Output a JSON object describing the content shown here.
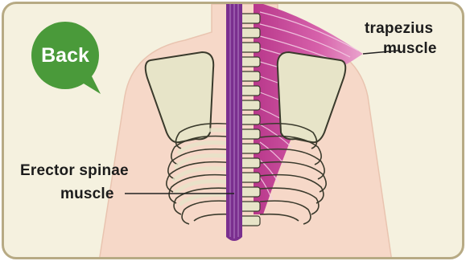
{
  "badge": {
    "label": "Back"
  },
  "labels": {
    "trapezius_line1": "trapezius",
    "trapezius_line2": "muscle",
    "erector_line1": "Erector spinae",
    "erector_line2": "muscle"
  },
  "colors": {
    "frame_background": "#f5f1df",
    "frame_border": "#b7aa84",
    "skin": "#f6d8c8",
    "bone": "#e7e4c8",
    "bone_outline": "#3a3a2c",
    "badge_green": "#4a9a3a",
    "erector_purple": "#7a2f8f",
    "trapezius_magenta": "#c9459a"
  }
}
